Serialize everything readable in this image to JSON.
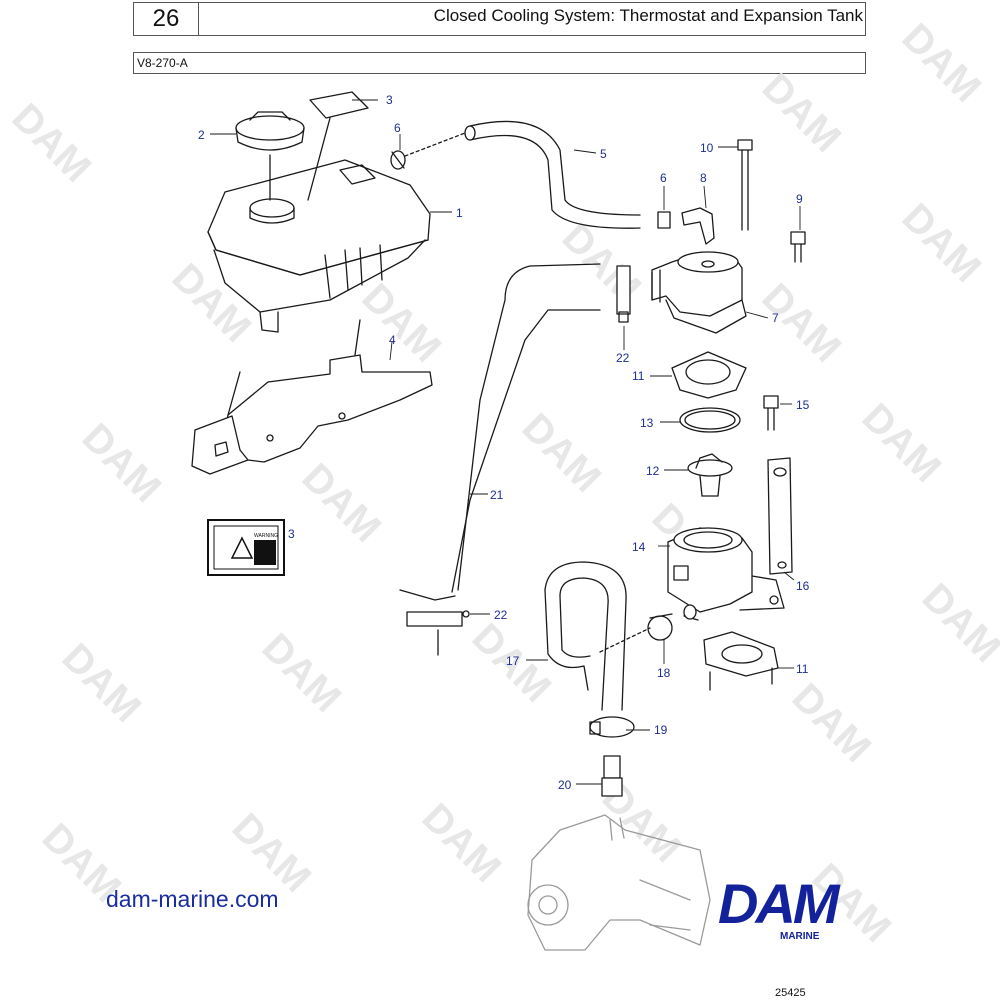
{
  "header": {
    "page_number": "26",
    "title": "Closed Cooling System: Thermostat and Expansion Tank",
    "model_code": "V8-270-A"
  },
  "watermark": "DAM",
  "callouts": {
    "c1": "1",
    "c2": "2",
    "c3a": "3",
    "c3b": "3",
    "c4": "4",
    "c5": "5",
    "c6a": "6",
    "c6b": "6",
    "c7": "7",
    "c8": "8",
    "c9": "9",
    "c10": "10",
    "c11a": "11",
    "c11b": "11",
    "c12": "12",
    "c13": "13",
    "c14": "14",
    "c15": "15",
    "c16": "16",
    "c17": "17",
    "c18": "18",
    "c19": "19",
    "c20": "20",
    "c21": "21",
    "c22a": "22",
    "c22b": "22"
  },
  "warning_label": {
    "text": "WARNING"
  },
  "footer": {
    "site_url": "dam-marine.com",
    "brand": "DAM",
    "brand_sub": "MARINE",
    "diagram_id": "25425"
  },
  "colors": {
    "line": "#1a1a1a",
    "callout": "#1f2f8f",
    "brand": "#13229a",
    "watermark": "#e7e7e7"
  }
}
